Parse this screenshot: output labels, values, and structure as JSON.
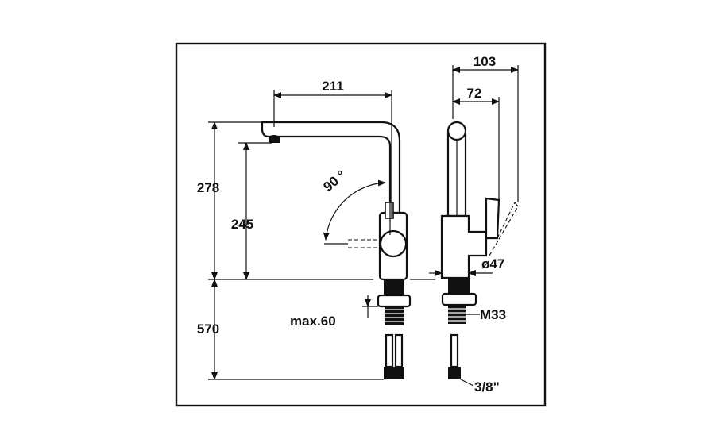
{
  "dimensions": {
    "reach": "211",
    "spout_height": "278",
    "outlet_height": "245",
    "swivel_angle": "90 °",
    "below_counter": "570",
    "counter_thickness": "max.60",
    "depth_total": "103",
    "depth_lever": "72",
    "base_diameter": "ø47",
    "thread": "M33",
    "connection": "3/8\""
  }
}
